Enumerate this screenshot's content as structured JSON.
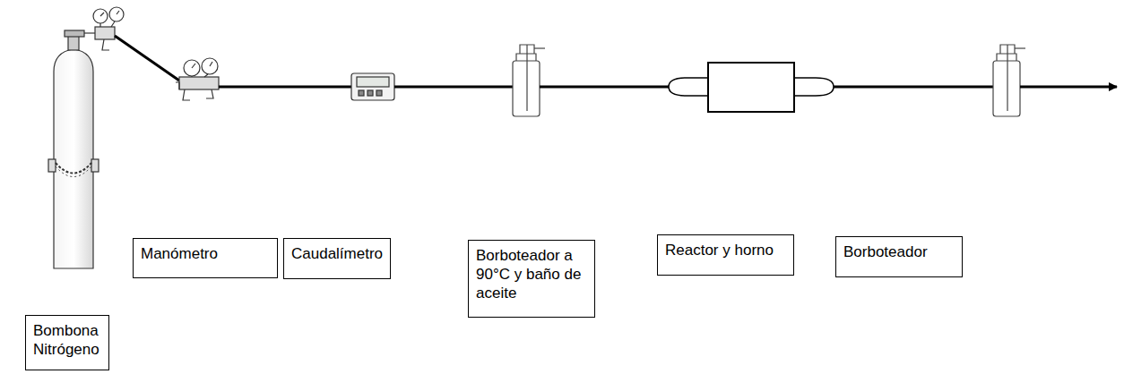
{
  "diagram": {
    "nodes": [
      {
        "text": [
          "Bombona Nitrógeno"
        ]
      },
      {
        "text": [
          "Manómetro"
        ]
      },
      {
        "text": [
          "Caudalímetro"
        ]
      },
      {
        "text": [
          "Borboteador a 90°C y baño de aceite"
        ]
      },
      {
        "text": [
          "Reactor y horno"
        ]
      },
      {
        "text": [
          "Borboteador"
        ]
      }
    ]
  }
}
